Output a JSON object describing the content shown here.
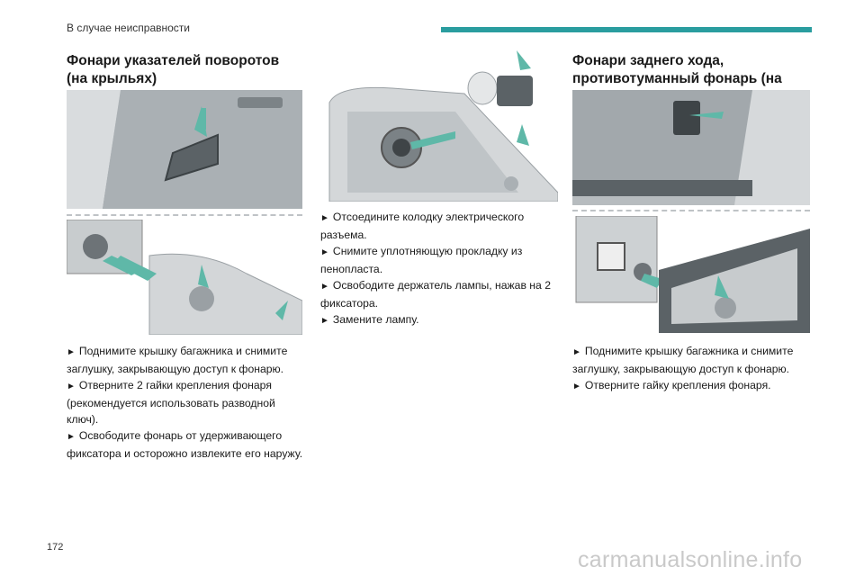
{
  "header": {
    "section": "В случае неисправности"
  },
  "left": {
    "title": "Фонари указателей поворотов (на крыльях)",
    "steps": [
      "Поднимите крышку багажника и снимите заглушку, закрывающую доступ к фонарю.",
      "Отверните 2 гайки крепления фонаря (рекомендуется использовать разводной ключ).",
      "Освободите фонарь от удерживающего фиксатора и осторожно извлеките его наружу."
    ]
  },
  "middle": {
    "steps": [
      "Отсоедините колодку электрического разъема.",
      "Снимите уплотняющую прокладку из пенопласта.",
      "Освободите держатель лампы, нажав на 2 фиксатора.",
      "Замените лампу."
    ]
  },
  "right": {
    "title": "Фонари заднего хода, противотуманный фонарь (на крышке багажного отделения)",
    "steps": [
      "Поднимите крышку багажника и снимите заглушку, закрывающую доступ к фонарю.",
      "Отверните гайку крепления фонаря."
    ]
  },
  "footer": {
    "page_number": "172",
    "watermark": "carmanualsonline.info"
  },
  "colors": {
    "accent": "#2a9d9f",
    "arrow_green": "#5fb8a8"
  },
  "icons": {
    "step_marker": "triangle-right-icon",
    "arrows": "arrow-icon"
  }
}
